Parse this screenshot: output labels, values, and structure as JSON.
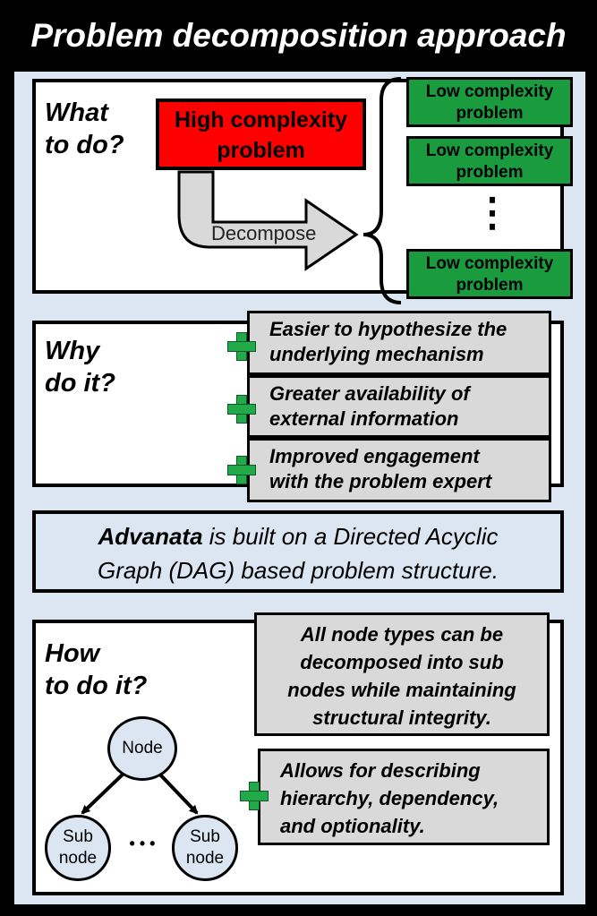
{
  "title": "Problem decomposition approach",
  "what": {
    "label_line1": "What",
    "label_line2": "to do?",
    "high_line1": "High complexity",
    "high_line2": "problem",
    "decompose": "Decompose",
    "low_line1": "Low complexity",
    "low_line2": "problem",
    "ellipsis": "⋮"
  },
  "why": {
    "label_line1": "Why",
    "label_line2": "do it?",
    "reasons": [
      {
        "line1": "Easier to hypothesize the",
        "line2": "underlying mechanism"
      },
      {
        "line1": "Greater availability of",
        "line2": "external information"
      },
      {
        "line1": "Improved engagement",
        "line2": "with the problem expert"
      }
    ]
  },
  "dag": {
    "brand": "Advanata",
    "line1_rest": " is built on a Directed Acyclic",
    "line2": "Graph (DAG) based problem structure."
  },
  "how": {
    "label_line1": "How",
    "label_line2": "to do it?",
    "note1": [
      "All node types can be",
      "decomposed into sub",
      "nodes while maintaining",
      "structural integrity."
    ],
    "note2": [
      "Allows for describing",
      "hierarchy, dependency,",
      "and optionality."
    ],
    "node": "Node",
    "sub_line1": "Sub",
    "sub_line2": "node",
    "dots": "• • •"
  },
  "colors": {
    "high": "#ff0000",
    "low": "#1a9c3e",
    "plus": "#22aa4a",
    "panel_bg": "#dce6f2",
    "note_bg": "#d9d9d9"
  }
}
